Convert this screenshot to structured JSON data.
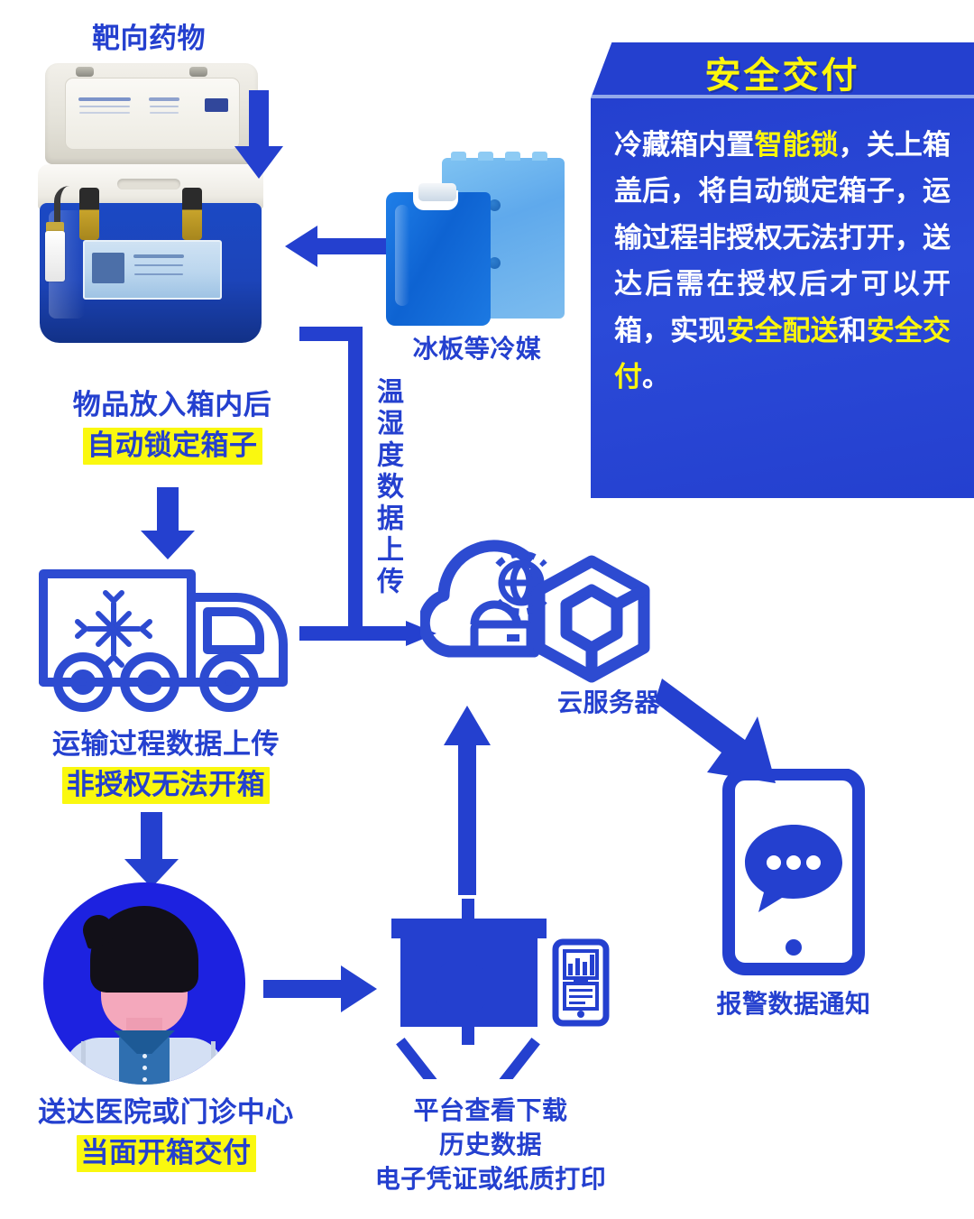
{
  "meta": {
    "title": "冷链配送安全交付流程图",
    "accent_blue": "#2440CF",
    "highlight_yellow": "#FAF80F",
    "panel_title_yellow": "#FCF60C",
    "white": "#FFFFFF"
  },
  "panel": {
    "title": "安全交付",
    "paragraph_plain": "冷藏箱内置智能锁，关上箱盖后，将自动锁定箱子，运输过程非授权无法打开，送达后需在授权后才可以开箱，实现安全配送和安全交付。",
    "paragraph_parts": [
      {
        "text": "冷藏箱内置",
        "highlight": false
      },
      {
        "text": "智能锁",
        "highlight": true
      },
      {
        "text": "，关上箱盖后，将自动锁定箱子，运输过程非授权无法打开，送达后需在授权后才可以开箱，实现",
        "highlight": false
      },
      {
        "text": "安全配送",
        "highlight": true
      },
      {
        "text": "和",
        "highlight": false
      },
      {
        "text": "安全交付",
        "highlight": true
      },
      {
        "text": "。",
        "highlight": false
      }
    ]
  },
  "labels": {
    "drug": "靶向药物",
    "icepack": "冰板等冷媒",
    "vertical_upload": "温湿度数据上传",
    "cloud_server": "云服务器",
    "alarm_notice": "报警数据通知",
    "box_lock_line1": "物品放入箱内后",
    "box_lock_line2": "自动锁定箱子",
    "transit_line1": "运输过程数据上传",
    "transit_line2": "非授权无法开箱",
    "delivery_line1": "送达医院或门诊中心",
    "delivery_line2": "当面开箱交付",
    "platform_line1": "平台查看下载",
    "platform_line2": "历史数据",
    "platform_line3": "电子凭证或纸质打印"
  },
  "icons": {
    "cooler": "cooler-box-photo",
    "icepack": "ice-pack-photo",
    "truck": "refrigerated-truck-icon",
    "cloud": "cloud-server-icon",
    "phone": "smartphone-message-icon",
    "doctor": "doctor-avatar",
    "presentation": "presentation-chart-icon",
    "arrow_down_cooler": "arrow-down-icon",
    "arrow_left_icepack": "arrow-left-icon",
    "arrow_down_truck": "arrow-down-icon",
    "arrow_down_doctor": "arrow-down-icon",
    "arrow_right_doctor": "arrow-right-icon",
    "arrow_up_platform": "arrow-up-icon",
    "arrow_right_cloud": "arrow-right-icon",
    "arrow_downright_phone": "arrow-down-right-icon",
    "bracket_connector": "bracket-connector-line"
  }
}
